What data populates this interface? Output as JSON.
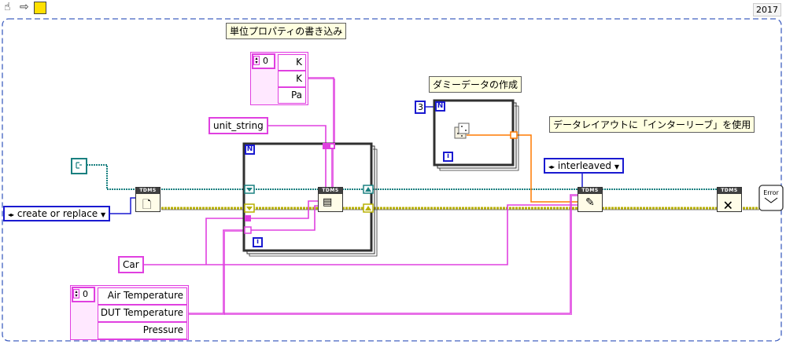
{
  "toolbar": {
    "run_icon": "hand-pointer-icon",
    "step_icon": "arrow-right-icon",
    "highlight_icon": "bulb-icon",
    "version": "2017"
  },
  "notes": {
    "unit_props": "単位プロパティの書き込み",
    "dummy_data": "ダミーデータの作成",
    "interleave": "データレイアウトに「インターリーブ」を使用"
  },
  "constants": {
    "units_index": "0",
    "units": [
      "K",
      "K",
      "Pa"
    ],
    "unit_string": "unit_string",
    "loop_count": "3",
    "open_mode": "create or replace",
    "layout_mode": "interleaved",
    "group_name": "Car",
    "channels_index": "0",
    "channels": [
      "Air Temperature",
      "DUT Temperature",
      "Pressure"
    ]
  },
  "loops": {
    "count_label": "N",
    "iter_label": "i"
  },
  "nodes": {
    "tdms_label": "TDMS",
    "error_label": "Error"
  },
  "colors": {
    "string_wire": "#e040e0",
    "refnum_wire": "#1a8080",
    "error_wire": "#c8c000",
    "enum_wire": "#1a1ad0",
    "dbl_wire": "#ff7a00",
    "diagram_border": "#4060c0"
  }
}
